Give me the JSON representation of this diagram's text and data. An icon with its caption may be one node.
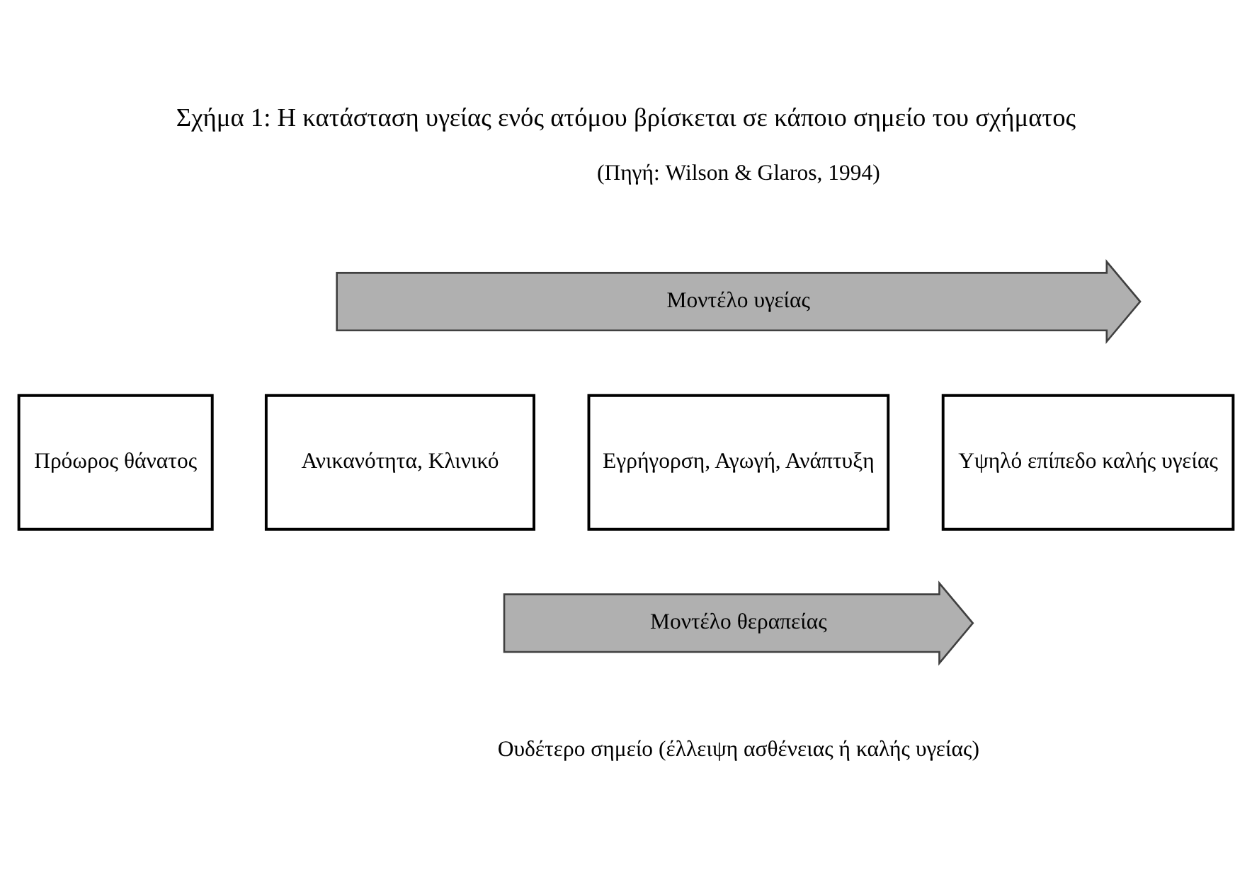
{
  "diagram": {
    "title": "Σχήμα 1: Η κατάσταση υγείας ενός ατόμου βρίσκεται σε κάποιο σημείο του σχήματος",
    "nodes": [
      {
        "text": [
          "Μοντέλο υγείας"
        ]
      },
      {
        "text": [
          "Πρόωρος θάνατος"
        ]
      },
      {
        "text": [
          "Ανικανότητα, Κλινικό"
        ]
      },
      {
        "text": [
          "Εγρήγορση, Αγωγή, Ανάπτυξη"
        ]
      },
      {
        "text": [
          "Υψηλό επίπεδο καλής υγείας"
        ]
      },
      {
        "text": [
          "Μοντέλο θεραπείας"
        ]
      }
    ],
    "labels": [
      "(Πηγή: Wilson & Glaros, 1994)",
      "Ουδέτερο σημείο (έλλειψη ασθένειας ή καλής υγείας)"
    ]
  }
}
